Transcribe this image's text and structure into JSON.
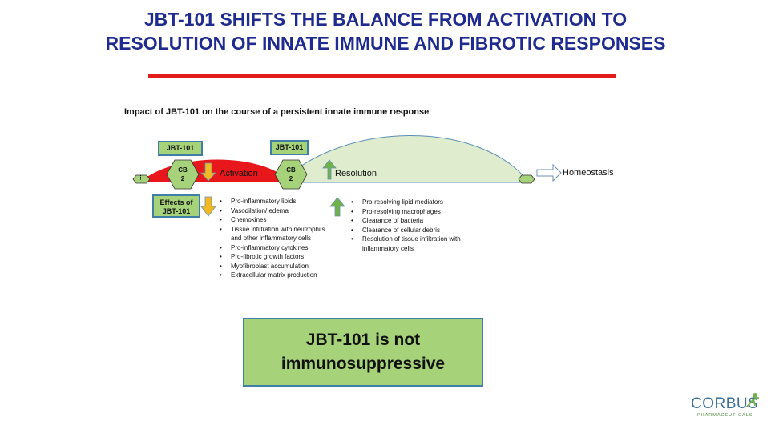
{
  "slide": {
    "title_line1": "JBT-101 SHIFTS THE BALANCE FROM ACTIVATION TO",
    "title_line2": "RESOLUTION OF INNATE IMMUNE AND FIBROTIC RESPONSES",
    "accent_color": "#e21b1b",
    "title_color": "#1f2b8f"
  },
  "figure": {
    "subtitle": "Impact of JBT-101 on the course of a persistent innate immune response",
    "tag_jbt_left": "JBT-101",
    "tag_jbt_right": "JBT-101",
    "hex_left_line1": "CB",
    "hex_left_line2": "2",
    "hex_right_line1": "CB",
    "hex_right_line2": "2",
    "activation_label": "Activation",
    "resolution_label": "Resolution",
    "homeostasis_label": "Homeostasis",
    "effects_line1": "Effects of",
    "effects_line2": "JBT-101",
    "left_node_glyph": "⋮",
    "right_node_glyph": "⋮",
    "activation_effects": [
      "Pro-inflammatory lipids",
      "Vasodilation/ edema",
      "Chemokines",
      "Tissue infiltration with neutrophils",
      "and other inflammatory cells",
      "Pro-inflammatory cytokines",
      "Pro-fibrotic growth factors",
      "Myofibroblast accumulation",
      "Extracellular matrix production"
    ],
    "resolution_effects": [
      "Pro-resolving lipid mediators",
      "Pro-resolving macrophages",
      "Clearance of bacteria",
      "Clearance of cellular debris",
      "Resolution of tissue infiltration with",
      "inflammatory cells"
    ],
    "activation_color": "#e8171b",
    "resolution_color": "#dfeccd",
    "arrow_down_color": "#f2b922",
    "arrow_up_color": "#6fb24a"
  },
  "callout": {
    "line1": "JBT-101 is not",
    "line2": "immunosuppressive"
  },
  "logo": {
    "name": "CORBUS",
    "tagline": "PHARMACEUTICALS",
    "icon": "person-figure-icon"
  }
}
